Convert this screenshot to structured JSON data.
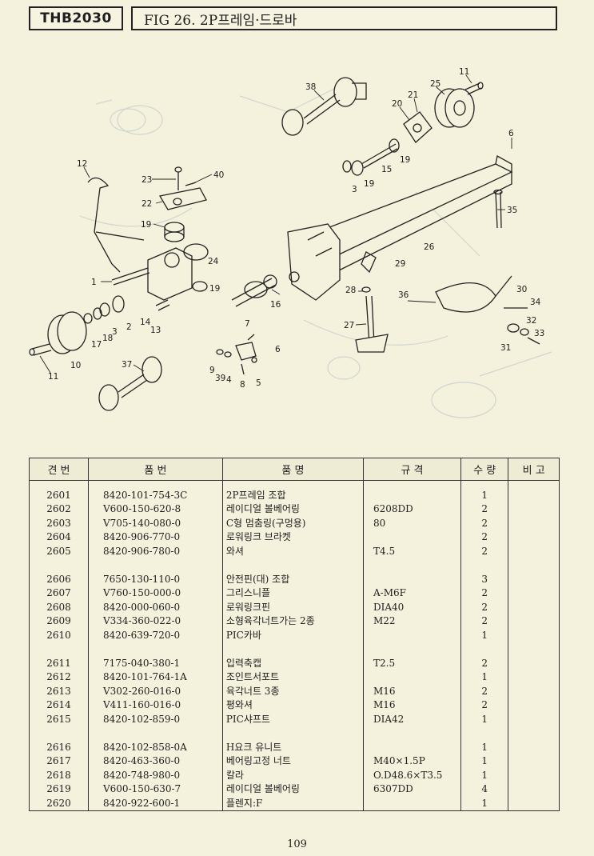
{
  "header": {
    "model": "THB2030",
    "figure_title": "FIG 26. 2P프레임·드로바"
  },
  "diagram": {
    "callouts": [
      "38",
      "25",
      "11",
      "21",
      "20",
      "6",
      "19",
      "15",
      "3",
      "19",
      "12",
      "23",
      "40",
      "22",
      "35",
      "19",
      "26",
      "24",
      "29",
      "1",
      "19",
      "16",
      "28",
      "30",
      "36",
      "34",
      "32",
      "14",
      "13",
      "27",
      "33",
      "2",
      "3",
      "18",
      "17",
      "31",
      "7",
      "6",
      "11",
      "10",
      "9",
      "39",
      "4",
      "8",
      "5",
      "37"
    ]
  },
  "table": {
    "headers": [
      "견 번",
      "품 번",
      "품 명",
      "규 격",
      "수 량",
      "비 고"
    ],
    "groups": [
      [
        {
          "no": "2601",
          "part": "8420-101-754-3C",
          "name": "2P프레임 조합",
          "spec": "",
          "qty": "1"
        },
        {
          "no": "2602",
          "part": "V600-150-620-8",
          "name": "레이디얼 볼베어링",
          "spec": "6208DD",
          "qty": "2"
        },
        {
          "no": "2603",
          "part": "V705-140-080-0",
          "name": "C형 멈춤링(구멍용)",
          "spec": "80",
          "qty": "2"
        },
        {
          "no": "2604",
          "part": "8420-906-770-0",
          "name": "로워링크 브라켓",
          "spec": "",
          "qty": "2"
        },
        {
          "no": "2605",
          "part": "8420-906-780-0",
          "name": "와셔",
          "spec": "T4.5",
          "qty": "2"
        }
      ],
      [
        {
          "no": "2606",
          "part": "7650-130-110-0",
          "name": "안전핀(대) 조합",
          "spec": "",
          "qty": "3"
        },
        {
          "no": "2607",
          "part": "V760-150-000-0",
          "name": "그리스니플",
          "spec": "A-M6F",
          "qty": "2"
        },
        {
          "no": "2608",
          "part": "8420-000-060-0",
          "name": "로워링크핀",
          "spec": "DIA40",
          "qty": "2"
        },
        {
          "no": "2609",
          "part": "V334-360-022-0",
          "name": "소형육각너트가는 2종",
          "spec": "M22",
          "qty": "2"
        },
        {
          "no": "2610",
          "part": "8420-639-720-0",
          "name": "PIC카바",
          "spec": "",
          "qty": "1"
        }
      ],
      [
        {
          "no": "2611",
          "part": "7175-040-380-1",
          "name": "입력축캡",
          "spec": "T2.5",
          "qty": "2"
        },
        {
          "no": "2612",
          "part": "8420-101-764-1A",
          "name": "조인트서포트",
          "spec": "",
          "qty": "1"
        },
        {
          "no": "2613",
          "part": "V302-260-016-0",
          "name": "육각너트 3종",
          "spec": "M16",
          "qty": "2"
        },
        {
          "no": "2614",
          "part": "V411-160-016-0",
          "name": "평와셔",
          "spec": "M16",
          "qty": "2"
        },
        {
          "no": "2615",
          "part": "8420-102-859-0",
          "name": "PIC샤프트",
          "spec": "DIA42",
          "qty": "1"
        }
      ],
      [
        {
          "no": "2616",
          "part": "8420-102-858-0A",
          "name": "H요크 유니트",
          "spec": "",
          "qty": "1"
        },
        {
          "no": "2617",
          "part": "8420-463-360-0",
          "name": "베어링고정 너트",
          "spec": "M40×1.5P",
          "qty": "1"
        },
        {
          "no": "2618",
          "part": "8420-748-980-0",
          "name": "칼라",
          "spec": "O.D48.6×T3.5",
          "qty": "1"
        },
        {
          "no": "2619",
          "part": "V600-150-630-7",
          "name": "레이디얼 볼베어링",
          "spec": "6307DD",
          "qty": "4"
        },
        {
          "no": "2620",
          "part": "8420-922-600-1",
          "name": "플렌지:F",
          "spec": "",
          "qty": "1"
        }
      ]
    ]
  },
  "footer": {
    "page_number": "109"
  }
}
